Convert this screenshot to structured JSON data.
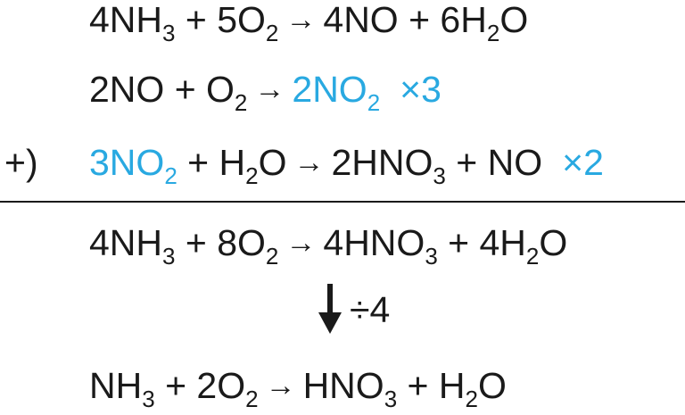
{
  "colors": {
    "highlight": "#29a9e1",
    "text": "#1a1a1a"
  },
  "sum_prefix": "+)",
  "equations": [
    {
      "name": "equation-1",
      "tokens": [
        {
          "t": "4NH",
          "sub": "3"
        },
        {
          "t": " + 5O",
          "sub": "2"
        },
        {
          "arrow": "→"
        },
        {
          "t": "4NO + 6H",
          "sub": "2"
        },
        {
          "t": "O"
        }
      ]
    },
    {
      "name": "equation-2",
      "tokens": [
        {
          "t": "2NO + O",
          "sub": "2"
        },
        {
          "arrow": "→"
        },
        {
          "t": "2NO",
          "sub": "2",
          "blue": true
        },
        {
          "t": "×3",
          "blue": true,
          "mult": true
        }
      ]
    },
    {
      "name": "equation-3",
      "tokens": [
        {
          "t": "3NO",
          "sub": "2",
          "blue": true
        },
        {
          "t": " + H",
          "sub": "2"
        },
        {
          "t": "O"
        },
        {
          "arrow": "→"
        },
        {
          "t": "2HNO",
          "sub": "3"
        },
        {
          "t": " + NO"
        },
        {
          "t": "×2",
          "blue": true,
          "mult": true
        }
      ]
    },
    {
      "name": "sum-equation",
      "tokens": [
        {
          "t": "4NH",
          "sub": "3"
        },
        {
          "t": " + 8O",
          "sub": "2"
        },
        {
          "arrow": "→"
        },
        {
          "t": "4HNO",
          "sub": "3"
        },
        {
          "t": " + 4H",
          "sub": "2"
        },
        {
          "t": "O"
        }
      ]
    },
    {
      "name": "final-equation",
      "tokens": [
        {
          "t": "NH",
          "sub": "3"
        },
        {
          "t": " + 2O",
          "sub": "2"
        },
        {
          "arrow": "→"
        },
        {
          "t": "HNO",
          "sub": "3"
        },
        {
          "t": " + H",
          "sub": "2"
        },
        {
          "t": "O"
        }
      ]
    }
  ],
  "step": {
    "label": "÷4",
    "icon": "down-arrow-icon"
  }
}
